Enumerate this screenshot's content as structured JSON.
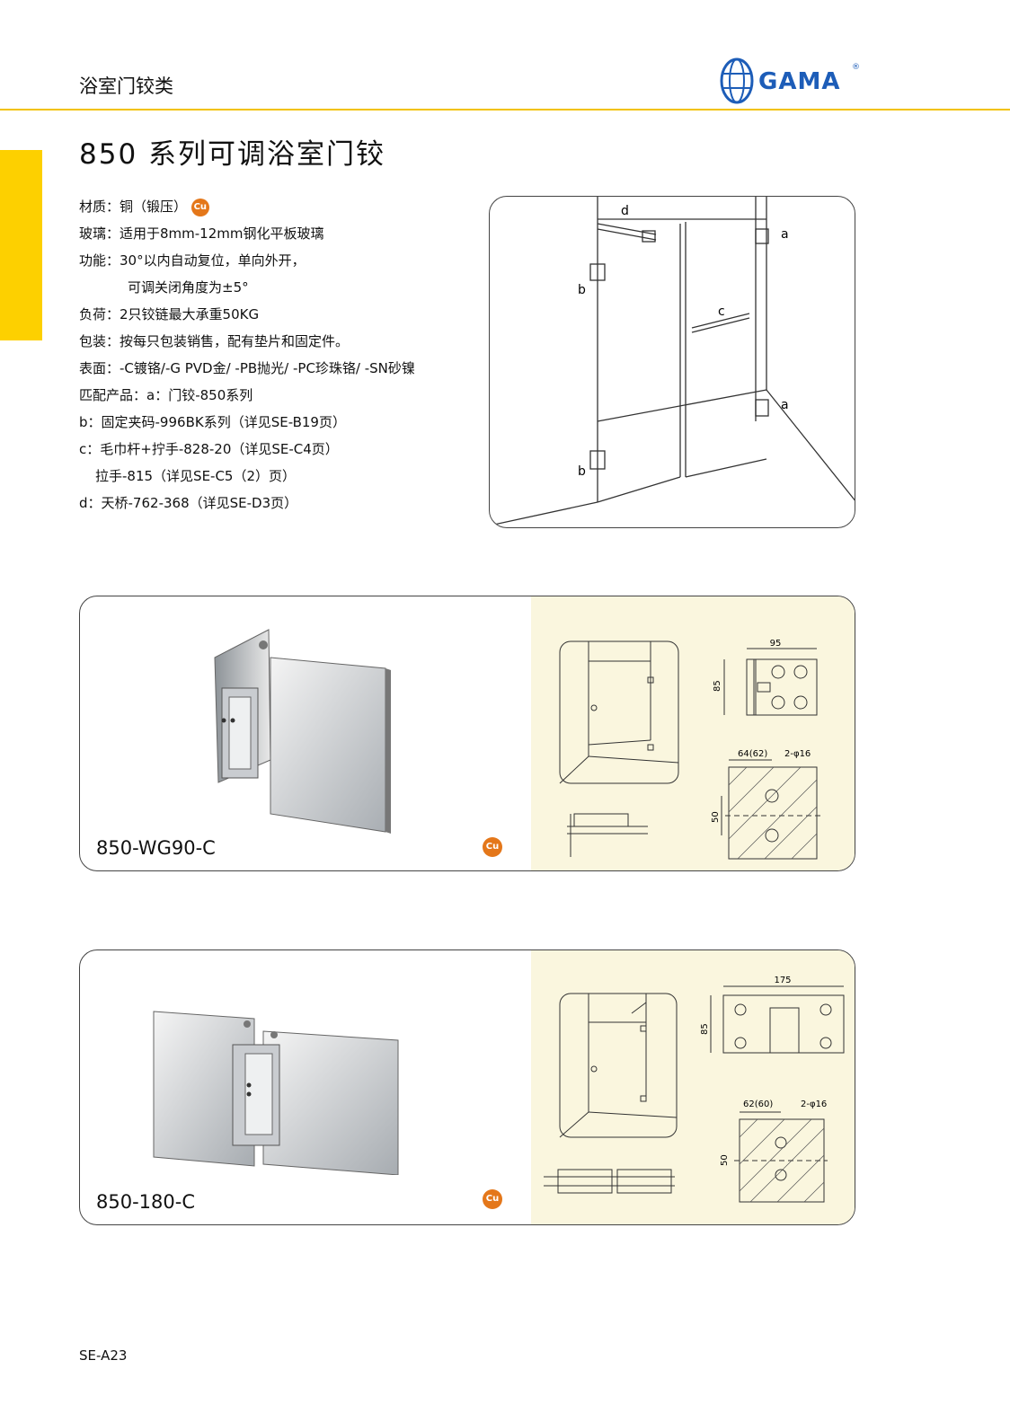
{
  "header": {
    "category": "浴室门铰类",
    "brand": "GAMA",
    "reg_mark": "®"
  },
  "page_title": "850 系列可调浴室门铰",
  "specs": {
    "material": "材质：铜（锻压）",
    "material_badge": "Cu",
    "glass": "玻璃：适用于8mm-12mm钢化平板玻璃",
    "function1": "功能：30°以内自动复位，单向外开，",
    "function2": "可调关闭角度为±5°",
    "load": "负荷：2只铰链最大承重50KG",
    "packing": "包装：按每只包装销售，配有垫片和固定件。",
    "finish": "表面：-C镀铬/-G PVD金/ -PB抛光/ -PC珍珠铬/ -SN砂镍",
    "match_a": "匹配产品：a：门铰-850系列",
    "match_b": "b：固定夹码-996BK系列（详见SE-B19页）",
    "match_c1": "c：毛巾杆+拧手-828-20（详见SE-C4页）",
    "match_c2": "拉手-815（详见SE-C5（2）页）",
    "match_d": "d：天桥-762-368（详见SE-D3页）"
  },
  "diagram_labels": {
    "a": "a",
    "b": "b",
    "c": "c",
    "d": "d"
  },
  "products": [
    {
      "model": "850-WG90-C",
      "badge": "Cu",
      "dim_w": "95",
      "dim_h": "85",
      "dim_off": "64(62)",
      "holes": "2-φ16",
      "dim_v": "50"
    },
    {
      "model": "850-180-C",
      "badge": "Cu",
      "dim_w": "175",
      "dim_h": "85",
      "dim_off": "62(60)",
      "holes": "2-φ16",
      "dim_v": "50"
    }
  ],
  "footer": {
    "page_code": "SE-A23"
  },
  "colors": {
    "accent_yellow": "#fdd000",
    "brand_blue": "#1d5db8",
    "cu_orange": "#e4771a",
    "tech_bg": "#faf6de"
  }
}
